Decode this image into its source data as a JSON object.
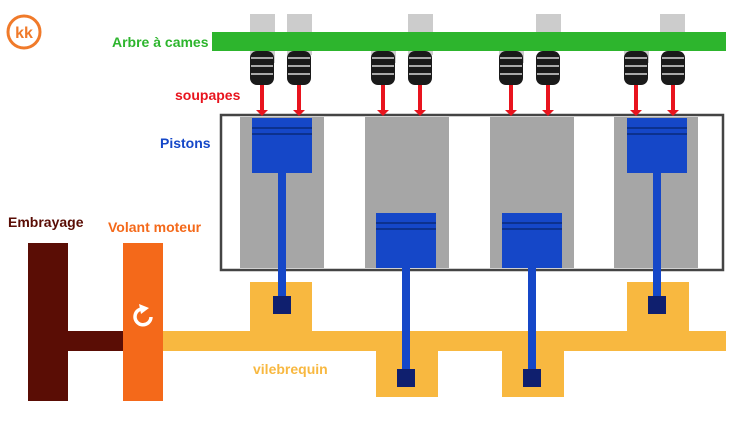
{
  "logo": {
    "text": "kk",
    "color": "#f07a2a"
  },
  "labels": {
    "camshaft": "Arbre à cames",
    "valves": "soupapes",
    "pistons": "Pistons",
    "clutch": "Embrayage",
    "flywheel": "Volant moteur",
    "crankshaft": "vilebrequin"
  },
  "colors": {
    "camshaft": "#2db52d",
    "valve_stem": "#e8141e",
    "piston": "#1547c8",
    "cylinder": "#a6a6a6",
    "crankshaft": "#f8b840",
    "clutch": "#5a0d05",
    "flywheel": "#f4691a",
    "rotation_arrow": "#ffffff"
  },
  "icons": {
    "rotation": "rotation-arrow-icon",
    "logo": "kk-logo-icon"
  }
}
